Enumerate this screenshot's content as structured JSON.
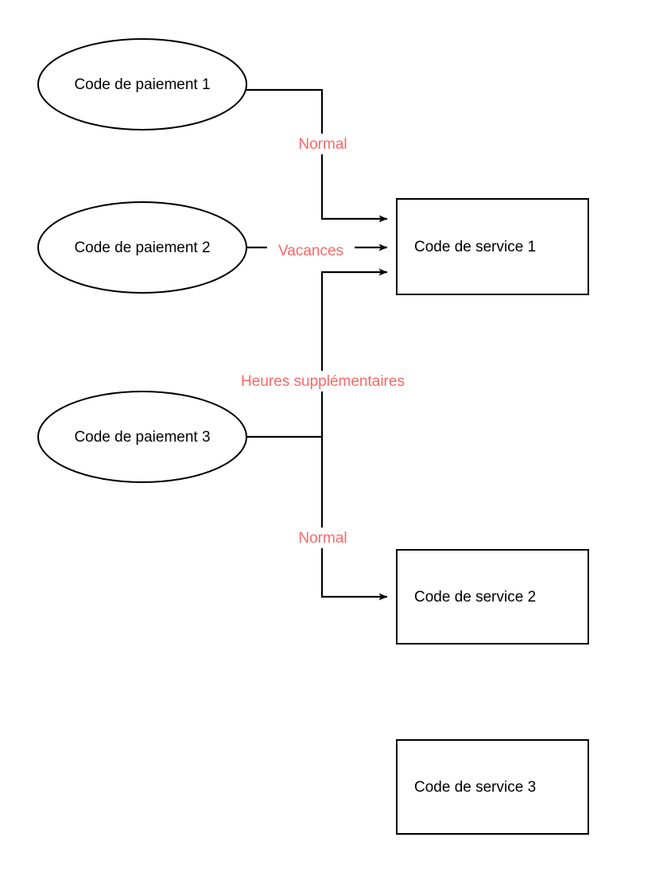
{
  "diagram": {
    "type": "flowchart",
    "background_color": "#ffffff",
    "node_stroke_color": "#000000",
    "node_fill_color": "#ffffff",
    "edge_color": "#000000",
    "edge_label_color": "#FF6666",
    "node_text_color": "#000000",
    "nodes": [
      {
        "id": "paiement1",
        "shape": "ellipse",
        "label": "Code de paiement 1"
      },
      {
        "id": "paiement2",
        "shape": "ellipse",
        "label": "Code de paiement 2"
      },
      {
        "id": "paiement3",
        "shape": "ellipse",
        "label": "Code de paiement 3"
      },
      {
        "id": "service1",
        "shape": "rectangle",
        "label": "Code de service 1"
      },
      {
        "id": "service2",
        "shape": "rectangle",
        "label": "Code de service 2"
      },
      {
        "id": "service3",
        "shape": "rectangle",
        "label": "Code de service 3"
      }
    ],
    "edges": [
      {
        "id": "e1",
        "from": "paiement1",
        "to": "service1",
        "label": "Normal"
      },
      {
        "id": "e2",
        "from": "paiement2",
        "to": "service1",
        "label": "Vacances"
      },
      {
        "id": "e3",
        "from": "paiement3",
        "to": "service1",
        "label": "Heures supplémentaires"
      },
      {
        "id": "e4",
        "from": "paiement3",
        "to": "service2",
        "label": "Normal"
      }
    ],
    "edge_labels": {
      "normal_top": "Normal",
      "vacances": "Vacances",
      "heures_supplementaires": "Heures supplémentaires",
      "normal_bottom": "Normal"
    }
  }
}
